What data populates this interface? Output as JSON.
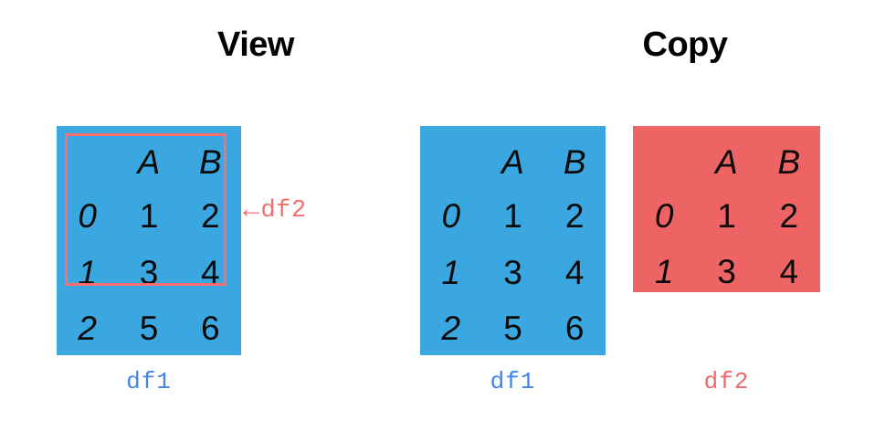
{
  "sections": [
    {
      "title": "View"
    },
    {
      "title": "Copy"
    }
  ],
  "colors": {
    "blue_fill": "#3BA7E0",
    "red_fill": "#EE6464",
    "selection_outline": "#FA6E6E",
    "label_blue": "#4285E8",
    "label_red": "#F1696B",
    "text_black": "#0A0A0A",
    "background": "#FFFFFF"
  },
  "tables": {
    "view_df1": {
      "label": "df1",
      "columns": [
        "",
        "A",
        "B"
      ],
      "rows": [
        {
          "index": "0",
          "values": [
            "1",
            "2"
          ]
        },
        {
          "index": "1",
          "values": [
            "3",
            "4"
          ]
        },
        {
          "index": "2",
          "values": [
            "5",
            "6"
          ]
        }
      ]
    },
    "copy_df1": {
      "label": "df1",
      "columns": [
        "",
        "A",
        "B"
      ],
      "rows": [
        {
          "index": "0",
          "values": [
            "1",
            "2"
          ]
        },
        {
          "index": "1",
          "values": [
            "3",
            "4"
          ]
        },
        {
          "index": "2",
          "values": [
            "5",
            "6"
          ]
        }
      ]
    },
    "copy_df2": {
      "label": "df2",
      "columns": [
        "",
        "A",
        "B"
      ],
      "rows": [
        {
          "index": "0",
          "values": [
            "1",
            "2"
          ]
        },
        {
          "index": "1",
          "values": [
            "3",
            "4"
          ]
        }
      ]
    }
  },
  "annotation": {
    "arrow": "←",
    "label": "df2"
  }
}
